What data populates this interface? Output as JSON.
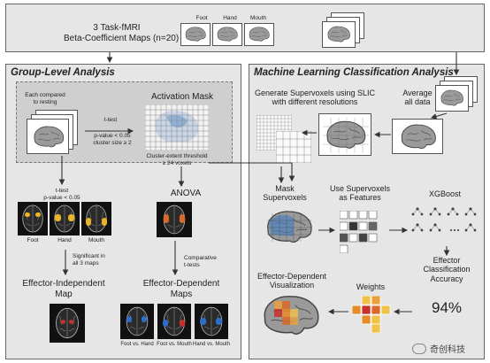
{
  "header": {
    "title_line1": "3 Task-fMRI",
    "title_line2": "Beta-Coefficient Maps (n=20)",
    "maps": [
      "Foot",
      "Hand",
      "Mouth"
    ]
  },
  "group": {
    "title": "Group-Level Analysis",
    "compared_line1": "Each compared",
    "compared_line2": "to resting",
    "ttest": "t-test",
    "p_value": "p-value < 0.05",
    "cluster_size": "cluster size ≥ 2",
    "activation_mask": "Activation Mask",
    "cluster_thresh_line1": "Cluster-extent threshold",
    "cluster_thresh_line2": "≥ 24 voxels",
    "ttest2": "t-test",
    "p_value2": "p-value < 0.05",
    "anova": "ANOVA",
    "map_labels": [
      "Foot",
      "Hand",
      "Mouth"
    ],
    "significant_line1": "Significant in",
    "significant_line2": "all 3 maps",
    "comparative_line1": "Comparative",
    "comparative_line2": "t-tests",
    "independent_line1": "Effector-Independent",
    "independent_line2": "Map",
    "dependent_line1": "Effector-Dependent",
    "dependent_line2": "Maps",
    "comparisons": [
      "Foot vs. Hand",
      "Foot vs. Mouth",
      "Hand vs. Mouth"
    ]
  },
  "ml": {
    "title": "Machine Learning Classification Analysis",
    "supervoxels_line1": "Generate Supervoxels using SLIC",
    "supervoxels_line2": "with different resolutions",
    "average_line1": "Average",
    "average_line2": "all data",
    "mask_line1": "Mask",
    "mask_line2": "Supervoxels",
    "features_line1": "Use Supervoxels",
    "features_line2": "as Features",
    "xgboost": "XGBoost",
    "effector_line1": "Effector",
    "effector_line2": "Classification",
    "effector_line3": "Accuracy",
    "accuracy": "94%",
    "visualization_line1": "Effector-Dependent",
    "visualization_line2": "Visualization",
    "weights": "Weights"
  },
  "watermark": "奇创科技"
}
